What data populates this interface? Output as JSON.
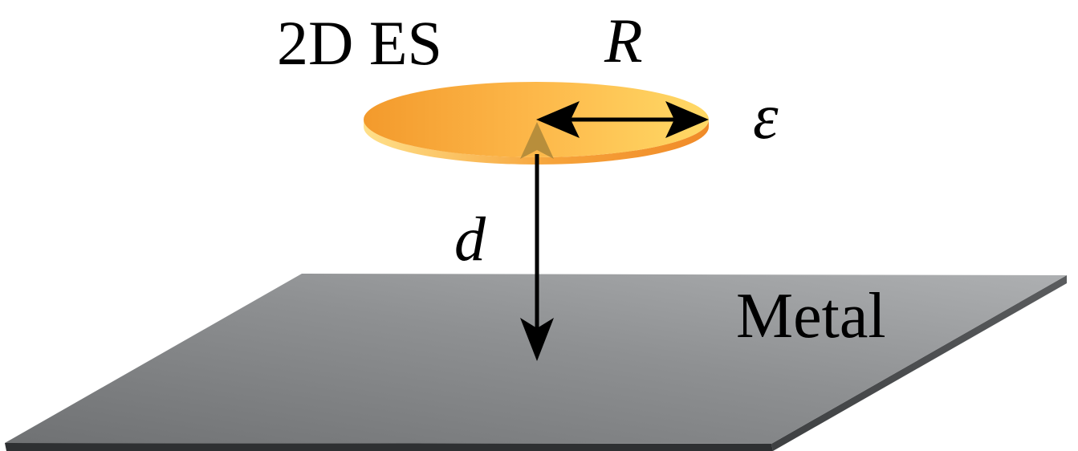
{
  "labels": {
    "system": "2D ES",
    "radius": "R",
    "dielectric": "ε",
    "distance": "d",
    "substrate": "Metal"
  },
  "colors": {
    "disk_light": "#FFD75E",
    "disk_dark": "#F39A2C",
    "metal_light": "#A8AAAC",
    "metal_dark": "#6F7173",
    "arrow": "#000000"
  }
}
